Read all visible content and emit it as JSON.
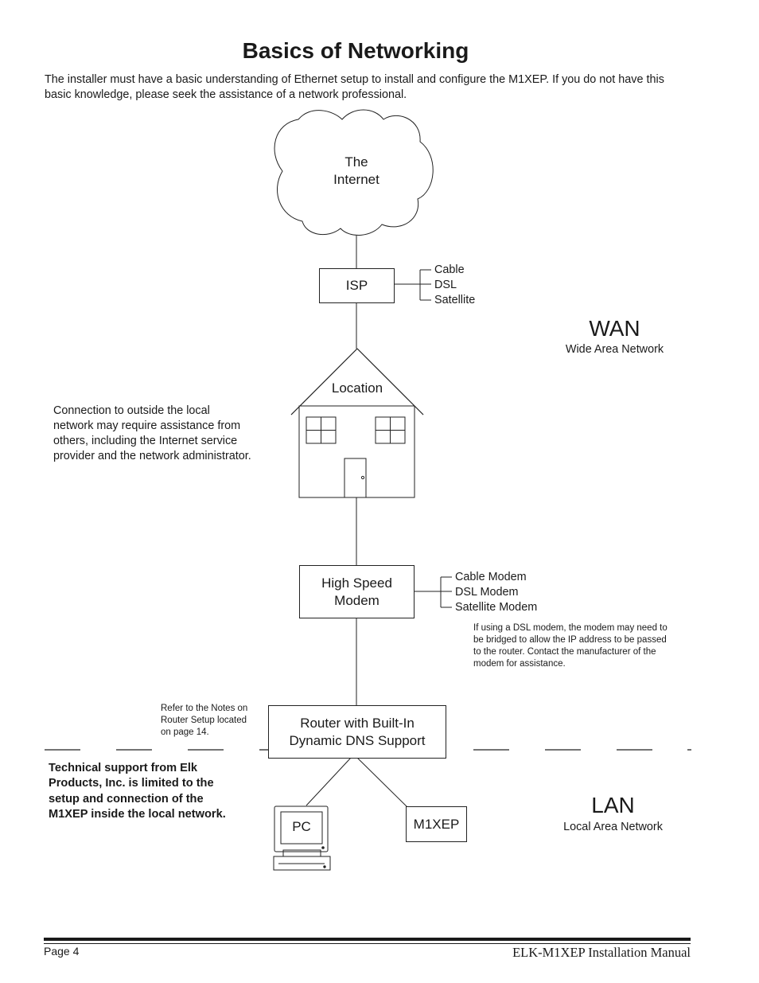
{
  "title": "Basics of Networking",
  "intro": "The installer must have a basic understanding of Ethernet setup to install and configure the M1XEP.  If you do not have this basic knowledge, please seek the assistance of a network professional.",
  "internet": {
    "line1": "The",
    "line2": "Internet"
  },
  "isp": {
    "label": "ISP",
    "options": [
      "Cable",
      "DSL",
      "Satellite"
    ]
  },
  "wan": {
    "title": "WAN",
    "subtitle": "Wide Area Network"
  },
  "location": {
    "label": "Location"
  },
  "outside_note": [
    "Connection to outside the local",
    "network may require assistance from",
    "others, including the Internet service",
    "provider and the network administrator."
  ],
  "modem": {
    "line1": "High Speed",
    "line2": "Modem",
    "options": [
      "Cable Modem",
      "DSL Modem",
      "Satellite Modem"
    ]
  },
  "dsl_note": [
    "If using a DSL modem, the modem may need to",
    "be bridged to allow the IP address to be passed",
    "to the router.  Contact the manufacturer of the",
    "modem for assistance."
  ],
  "router_note": [
    "Refer to the Notes on",
    "Router Setup located",
    "on page 14."
  ],
  "router": {
    "line1": "Router with Built-In",
    "line2": "Dynamic DNS Support"
  },
  "support_note": [
    "Technical support from Elk",
    "Products, Inc. is limited to the",
    "setup and connection of the",
    "M1XEP inside the local network."
  ],
  "pc": {
    "label": "PC"
  },
  "m1xep": {
    "label": "M1XEP"
  },
  "lan": {
    "title": "LAN",
    "subtitle": "Local Area Network"
  },
  "footer": {
    "page": "Page 4",
    "manual": "ELK-M1XEP Installation Manual"
  }
}
